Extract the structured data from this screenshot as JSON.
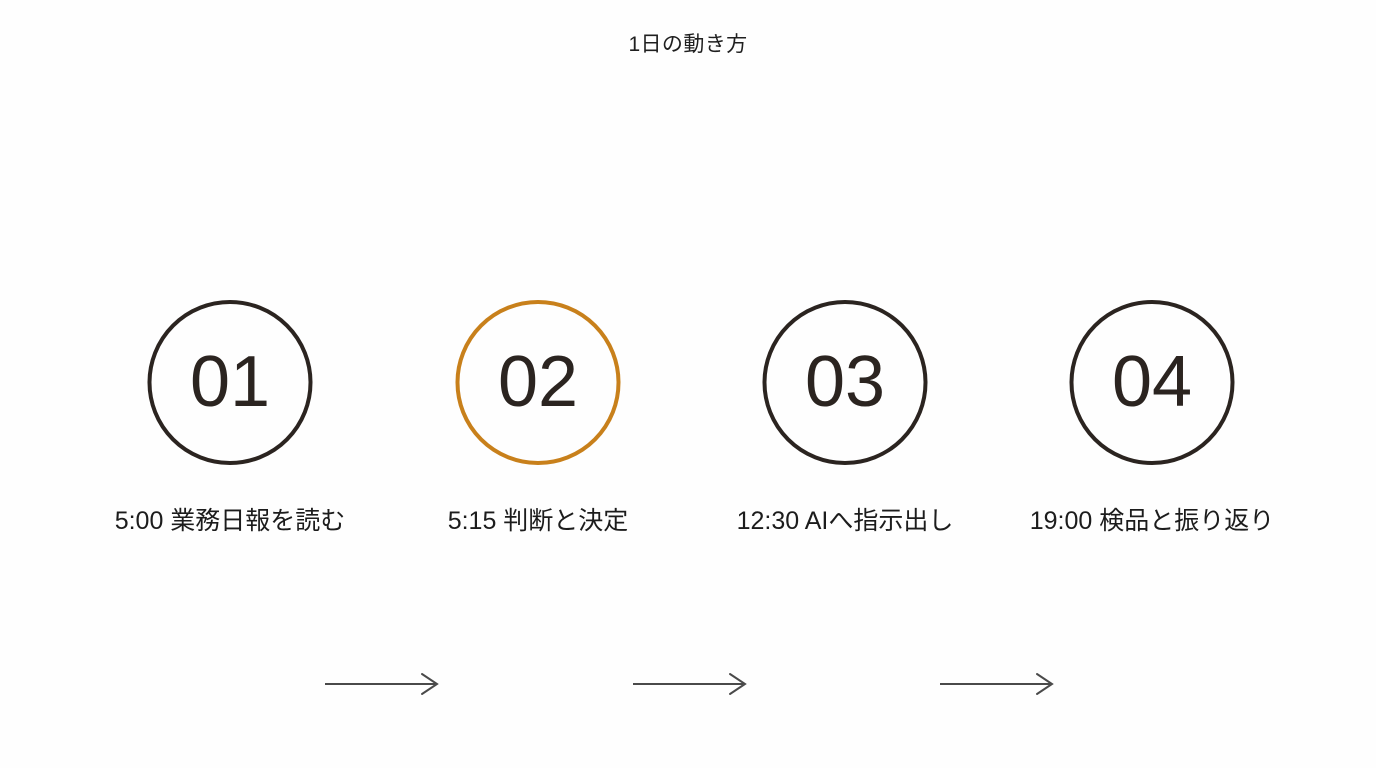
{
  "slide": {
    "title": "1日の動き方",
    "background_color": "#fefefe",
    "accent_color": "#c8801b",
    "ink_color": "#2b2420",
    "arrow_color": "#4a4a4a"
  },
  "steps": [
    {
      "number": "01",
      "caption": "5:00 業務日報を読む",
      "time": "5:00",
      "activity": "業務日報を読む",
      "active": false,
      "color": "#2b2420"
    },
    {
      "number": "02",
      "caption": "5:15 判断と決定",
      "time": "5:15",
      "activity": "判断と決定",
      "active": true,
      "color": "#c8801b"
    },
    {
      "number": "03",
      "caption": "12:30 AIへ指示出し",
      "time": "12:30",
      "activity": "AIへ指示出し",
      "active": false,
      "color": "#2b2420"
    },
    {
      "number": "04",
      "caption": "19:00 検品と振り返り",
      "time": "19:00",
      "activity": "検品と振り返り",
      "active": false,
      "color": "#2b2420"
    }
  ],
  "connectors": [
    {
      "name": "arrow-01-to-02",
      "direction": "right"
    },
    {
      "name": "arrow-02-to-03",
      "direction": "right"
    },
    {
      "name": "arrow-03-to-04",
      "direction": "right"
    }
  ]
}
